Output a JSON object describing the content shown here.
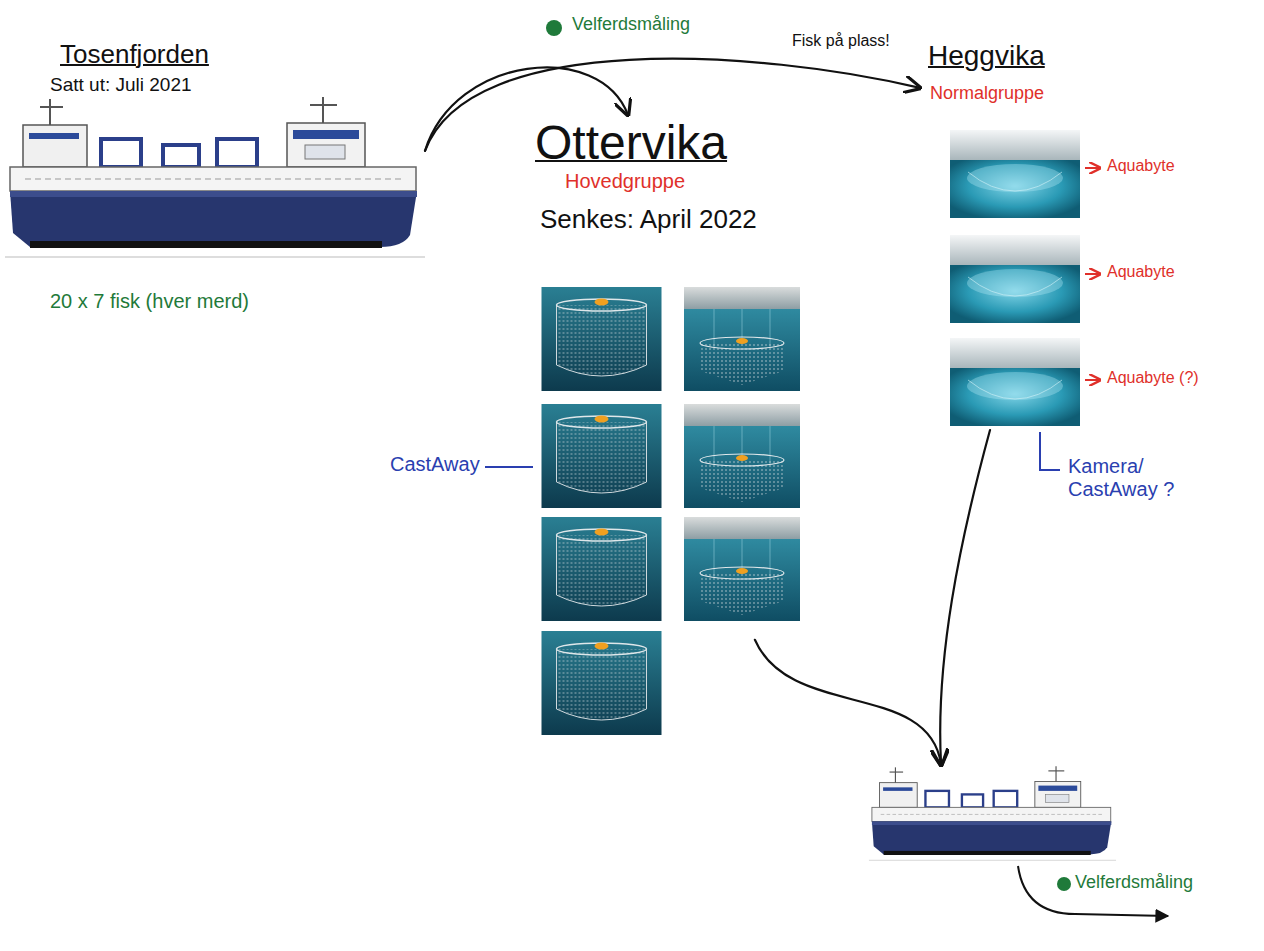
{
  "diagram": {
    "nodes": [
      {
        "text": [
          "Tosenfjorden",
          "Satt ut: Juli 2021",
          "20 x 7 fisk (hver merd)"
        ]
      },
      {
        "text": [
          "Ottervika",
          "Hovedgruppe",
          "Senkes: April 2022"
        ]
      },
      {
        "text": [
          "Heggvika",
          "Normalgruppe"
        ]
      },
      {
        "text": [
          "Velferdsmåling"
        ]
      }
    ],
    "edges": [
      {
        "from": 0,
        "to": 1,
        "label": "Velferdsmåling",
        "arrow": "to"
      },
      {
        "from": 0,
        "to": 2,
        "label": "Fisk på plass!",
        "arrow": "to"
      },
      {
        "from": 1,
        "to": 3,
        "arrow": "to"
      },
      {
        "from": 2,
        "to": 3,
        "arrow": "to"
      }
    ],
    "labels": [
      "CastAway",
      "Aquabyte",
      "Aquabyte",
      "Aquabyte (?)",
      "Kamera/ CastAway ?"
    ]
  }
}
